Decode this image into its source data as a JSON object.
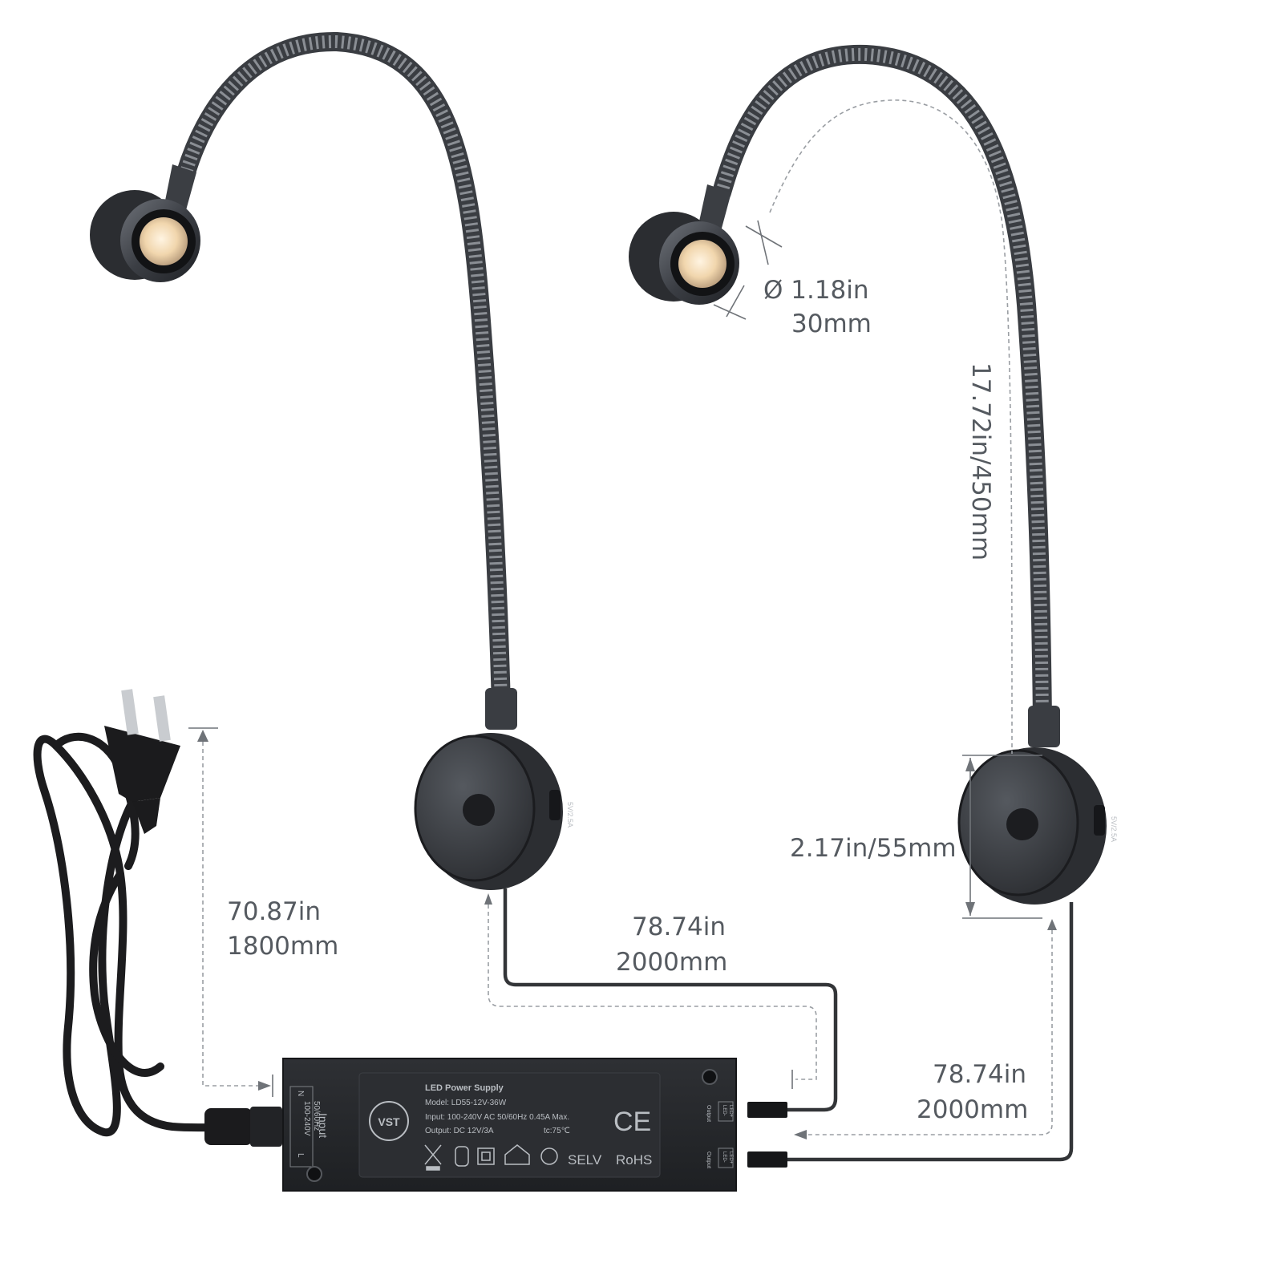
{
  "dimensions": {
    "head_diameter_in": "Ø 1.18in",
    "head_diameter_mm": "30mm",
    "gooseneck_length": "17.72in/450mm",
    "base_diameter": "2.17in/55mm",
    "plug_cord_in": "70.87in",
    "plug_cord_mm": "1800mm",
    "lamp1_cable_in": "78.74in",
    "lamp1_cable_mm": "2000mm",
    "lamp2_cable_in": "78.74in",
    "lamp2_cable_mm": "2000mm"
  },
  "power_supply": {
    "title": "LED Power Supply",
    "model": "Model: LD55-12V-36W",
    "input": "Input: 100-240V AC 50/60Hz 0.45A Max.",
    "output": "Output: DC 12V/3A",
    "tc": "tc:75℃",
    "brand": "VST",
    "ce": "CE",
    "selv": "SELV",
    "rohs": "RoHS",
    "input_side_label": "Input",
    "input_side_spec1": "100-240V",
    "input_side_spec2": "50/60Hz",
    "n_label": "N",
    "l_label": "L",
    "output_label": "Output",
    "led_minus": "LED-",
    "led_plus": "LED+"
  },
  "usb_label": "5V/2.5A",
  "colors": {
    "metal_dark": "#2f3237",
    "metal_mid": "#4a4e54",
    "metal_light": "#7a7e84",
    "cable": "#333538",
    "plug": "#1b1b1d",
    "psu_body": "#26282b",
    "warm_led": "#f3dcb9"
  }
}
